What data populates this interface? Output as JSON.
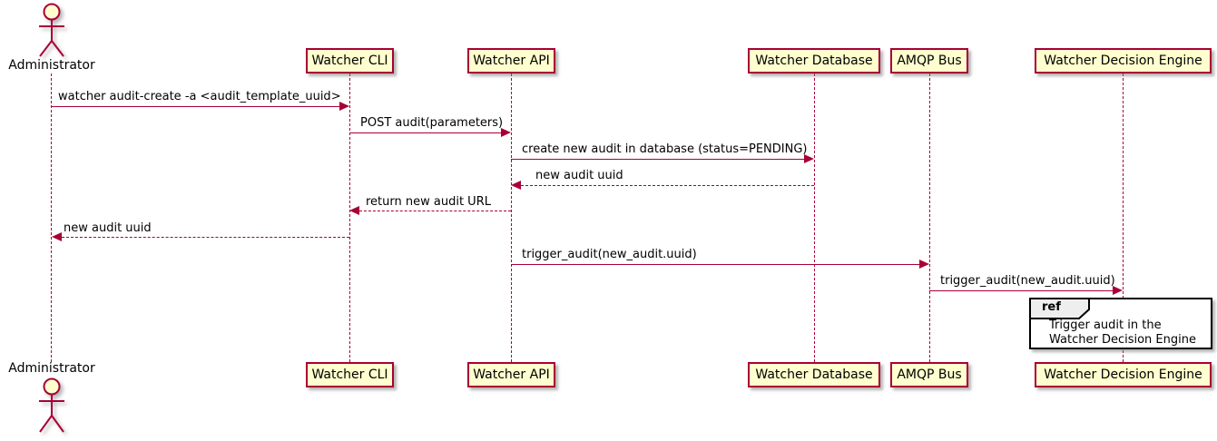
{
  "diagram": {
    "type": "sequence",
    "colors": {
      "participant_fill": "#FEFECE",
      "participant_border": "#A80036",
      "line_color": "#A80036",
      "text_color": "#000000",
      "ref_fill": "#FFFFFF",
      "ref_border": "#000000",
      "ref_tag_fill": "#EEEEEE"
    },
    "participants": [
      {
        "name": "Administrator",
        "kind": "actor"
      },
      {
        "name": "Watcher CLI",
        "kind": "box"
      },
      {
        "name": "Watcher API",
        "kind": "box"
      },
      {
        "name": "Watcher Database",
        "kind": "box"
      },
      {
        "name": "AMQP Bus",
        "kind": "box"
      },
      {
        "name": "Watcher Decision Engine",
        "kind": "box"
      }
    ],
    "messages": [
      {
        "from": "Administrator",
        "to": "Watcher CLI",
        "text": "watcher audit-create -a <audit_template_uuid>",
        "line": "solid",
        "direction": "right"
      },
      {
        "from": "Watcher CLI",
        "to": "Watcher API",
        "text": "POST audit(parameters)",
        "line": "solid",
        "direction": "right"
      },
      {
        "from": "Watcher API",
        "to": "Watcher Database",
        "text": "create new audit in database (status=PENDING)",
        "line": "solid",
        "direction": "right"
      },
      {
        "from": "Watcher Database",
        "to": "Watcher API",
        "text": "new audit uuid",
        "line": "dashed",
        "direction": "left"
      },
      {
        "from": "Watcher API",
        "to": "Watcher CLI",
        "text": "return new audit URL",
        "line": "dashed",
        "direction": "left"
      },
      {
        "from": "Watcher CLI",
        "to": "Administrator",
        "text": "new audit uuid",
        "line": "dashed",
        "direction": "left"
      },
      {
        "from": "Watcher API",
        "to": "AMQP Bus",
        "text": "trigger_audit(new_audit.uuid)",
        "line": "solid",
        "direction": "right"
      },
      {
        "from": "AMQP Bus",
        "to": "Watcher Decision Engine",
        "text": "trigger_audit(new_audit.uuid)",
        "line": "solid",
        "direction": "right"
      }
    ],
    "ref": {
      "keyword": "ref",
      "lines": [
        "Trigger audit in the",
        "Watcher Decision Engine"
      ]
    }
  }
}
